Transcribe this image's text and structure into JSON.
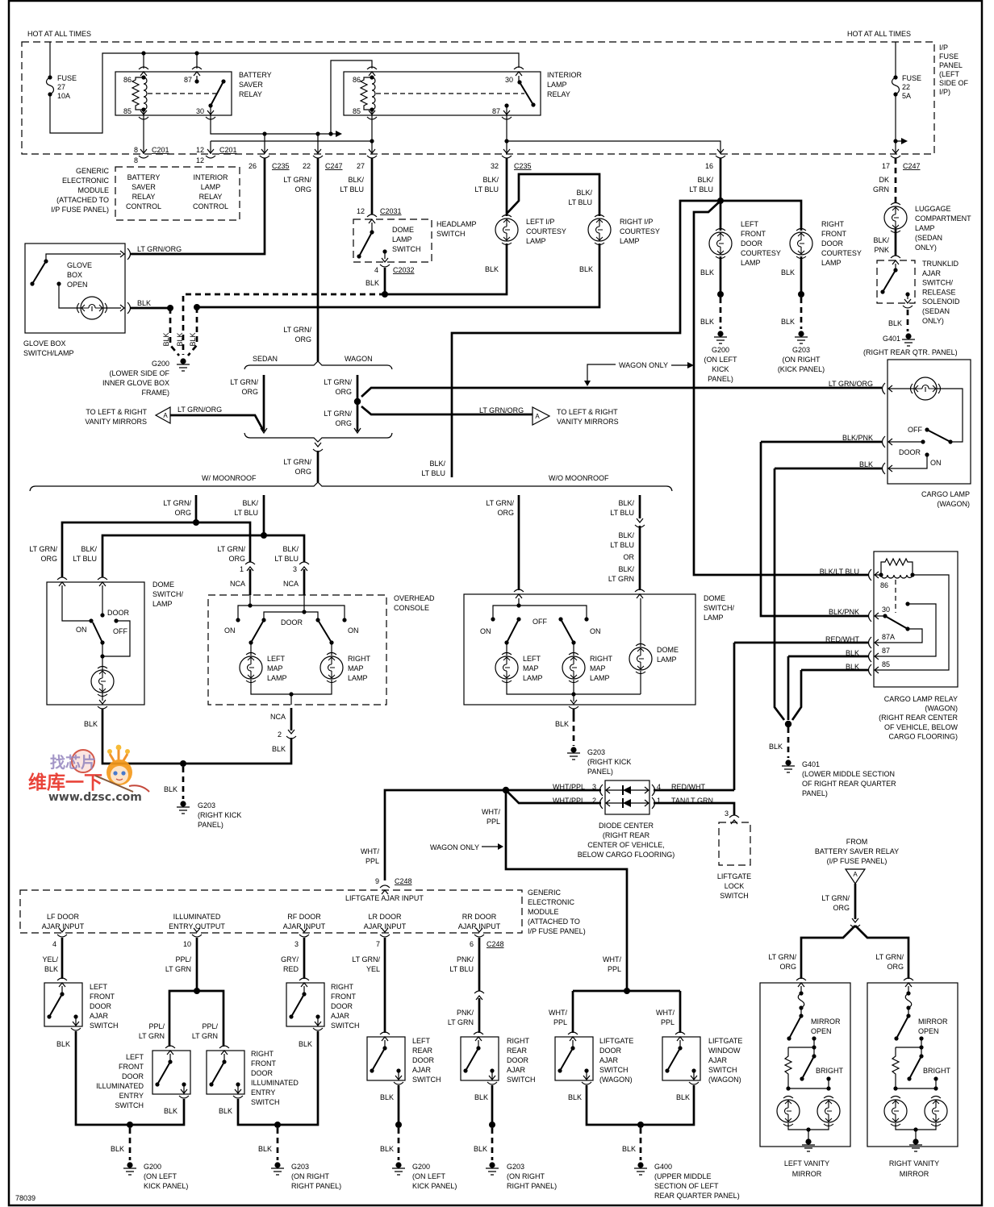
{
  "drawing_number": "78039",
  "watermark": {
    "brand_top": "找芯片",
    "brand_main": "维库一下",
    "url": "www.dzsc.com"
  },
  "power": {
    "hot_left": "HOT AT ALL TIMES",
    "hot_right": "HOT AT ALL TIMES",
    "fuse_panel": [
      "I/P",
      "FUSE",
      "PANEL",
      "(LEFT",
      "SIDE OF",
      "I/P)"
    ],
    "fuse27": [
      "FUSE",
      "27",
      "10A"
    ],
    "fuse22": [
      "FUSE",
      "22",
      "5A"
    ]
  },
  "battery_saver_relay": {
    "label": [
      "BATTERY",
      "SAVER",
      "RELAY"
    ],
    "pin86": "86",
    "pin87": "87",
    "pin85": "85",
    "pin30": "30"
  },
  "interior_lamp_relay": {
    "label": [
      "INTERIOR",
      "LAMP",
      "RELAY"
    ],
    "pin86": "86",
    "pin85": "85",
    "pin30": "30",
    "pin87": "87"
  },
  "gem_top": {
    "label": [
      "GENERIC",
      "ELECTRONIC",
      "MODULE",
      "(ATTACHED TO",
      "I/P FUSE PANEL)"
    ],
    "bsr_control": [
      "BATTERY",
      "SAVER",
      "RELAY",
      "CONTROL"
    ],
    "ilr_control": [
      "INTERIOR",
      "LAMP",
      "RELAY",
      "CONTROL"
    ]
  },
  "connectors": {
    "c201_bsr": {
      "pin": "8",
      "mate_pin": "8",
      "name": "C201"
    },
    "c201_ilr": {
      "pin": "12",
      "mate_pin": "12",
      "name": "C201"
    },
    "c235_glove": {
      "pin": "26",
      "name": "C235"
    },
    "c247_vanity": {
      "pin": "22",
      "name": "C247"
    },
    "dome_feed": {
      "pin": "27"
    },
    "c235_courtesy": {
      "pin": "32",
      "name": "C235"
    },
    "door_feed": {
      "pin": "16"
    },
    "c247_luggage": {
      "pin": "17",
      "name": "C247"
    },
    "c2031": {
      "pin": "12",
      "name": "C2031"
    },
    "c2032": {
      "pin": "4",
      "name": "C2032"
    },
    "console_pin1": "1",
    "console_pin3": "3",
    "console_pin2": "2",
    "nca_1": "NCA",
    "nca_3": "NCA",
    "nca_2": "NCA",
    "c248_liftgate": {
      "pin": "9",
      "name": "C248"
    },
    "gem_lf": "4",
    "gem_illum": "10",
    "gem_rf": "3",
    "gem_lr": "7",
    "c248_rr": {
      "pin": "6",
      "name": "C248"
    },
    "diode_pin3": "3",
    "diode_pin2": "2",
    "diode_pin4": "4",
    "diode_pin1": "1",
    "liftgate_lock_pin": "3"
  },
  "options": {
    "sedan": "SEDAN",
    "wagon": "WAGON",
    "w_moonroof": "W/ MOONROOF",
    "wo_moonroof": "W/O MOONROOF",
    "wagon_only_top": "WAGON ONLY",
    "wagon_only_bottom": "WAGON ONLY"
  },
  "components": {
    "glove_box": {
      "inner": [
        "GLOVE",
        "BOX",
        "OPEN"
      ],
      "label": [
        "GLOVE BOX",
        "SWITCH/LAMP"
      ]
    },
    "dome_lamp_switch": {
      "inner": [
        "DOME",
        "LAMP",
        "SWITCH"
      ],
      "parent": [
        "HEADLAMP",
        "SWITCH"
      ]
    },
    "left_ip_courtesy": [
      "LEFT I/P",
      "COURTESY",
      "LAMP"
    ],
    "right_ip_courtesy": [
      "RIGHT I/P",
      "COURTESY",
      "LAMP"
    ],
    "left_front_door_courtesy": [
      "LEFT",
      "FRONT",
      "DOOR",
      "COURTESY",
      "LAMP"
    ],
    "right_front_door_courtesy": [
      "RIGHT",
      "FRONT",
      "DOOR",
      "COURTESY",
      "LAMP"
    ],
    "luggage_lamp": [
      "LUGGAGE",
      "COMPARTMENT",
      "LAMP",
      "(SEDAN",
      "ONLY)"
    ],
    "trunklid_switch": [
      "TRUNKLID",
      "AJAR",
      "SWITCH/",
      "RELEASE",
      "SOLENOID",
      "(SEDAN",
      "ONLY)"
    ],
    "cargo_lamp": {
      "label": [
        "CARGO LAMP",
        "(WAGON)"
      ],
      "off": "OFF",
      "door": "DOOR",
      "on": "ON"
    },
    "cargo_lamp_relay": {
      "label": [
        "CARGO LAMP RELAY",
        "(WAGON)",
        "(RIGHT REAR CENTER",
        "OF VEHICLE, BELOW",
        "CARGO FLOORING)"
      ],
      "pin86": "86",
      "pin30": "30",
      "pin87a": "87A",
      "pin87": "87",
      "pin85": "85"
    },
    "vanity_ref_left": {
      "marker": "A",
      "text": [
        "TO LEFT & RIGHT",
        "VANITY MIRRORS"
      ]
    },
    "vanity_ref_right": {
      "marker": "A",
      "text": [
        "TO LEFT & RIGHT",
        "VANITY MIRRORS"
      ]
    },
    "dome_switch_moonroof": {
      "label": [
        "DOME",
        "SWITCH/",
        "LAMP"
      ],
      "door": "DOOR",
      "on": "ON",
      "off": "OFF"
    },
    "overhead_console": {
      "label": [
        "OVERHEAD",
        "CONSOLE"
      ],
      "door": "DOOR",
      "on_left": "ON",
      "on_right": "ON",
      "left_map": [
        "LEFT",
        "MAP",
        "LAMP"
      ],
      "right_map": [
        "RIGHT",
        "MAP",
        "LAMP"
      ]
    },
    "dome_switch_std": {
      "label": [
        "DOME",
        "SWITCH/",
        "LAMP"
      ],
      "off": "OFF",
      "on_left": "ON",
      "on_right": "ON",
      "left_map": [
        "LEFT",
        "MAP",
        "LAMP"
      ],
      "right_map": [
        "RIGHT",
        "MAP",
        "LAMP"
      ],
      "dome_lamp": [
        "DOME",
        "LAMP"
      ]
    },
    "diode_center": [
      "DIODE CENTER",
      "(RIGHT REAR",
      "CENTER OF VEHICLE,",
      "BELOW CARGO FLOORING)"
    ],
    "liftgate_lock_switch": [
      "LIFTGATE",
      "LOCK",
      "SWITCH"
    ],
    "gem_bottom": {
      "label": [
        "GENERIC",
        "ELECTRONIC",
        "MODULE",
        "(ATTACHED TO",
        "I/P FUSE PANEL)"
      ],
      "liftgate_input": "LIFTGATE AJAR INPUT",
      "lf_input": [
        "LF DOOR",
        "AJAR INPUT"
      ],
      "illum_output": [
        "ILLUMINATED",
        "ENTRY OUTPUT"
      ],
      "rf_input": [
        "RF DOOR",
        "AJAR INPUT"
      ],
      "lr_input": [
        "LR DOOR",
        "AJAR INPUT"
      ],
      "rr_input": [
        "RR DOOR",
        "AJAR INPUT"
      ]
    },
    "lf_door_ajar": [
      "LEFT",
      "FRONT",
      "DOOR",
      "AJAR",
      "SWITCH"
    ],
    "lf_illum_entry": [
      "LEFT",
      "FRONT",
      "DOOR",
      "ILLUMINATED",
      "ENTRY",
      "SWITCH"
    ],
    "rf_illum_entry": [
      "RIGHT",
      "FRONT",
      "DOOR",
      "ILLUMINATED",
      "ENTRY",
      "SWITCH"
    ],
    "rf_door_ajar": [
      "RIGHT",
      "FRONT",
      "DOOR",
      "AJAR",
      "SWITCH"
    ],
    "lr_door_ajar": [
      "LEFT",
      "REAR",
      "DOOR",
      "AJAR",
      "SWITCH"
    ],
    "rr_door_ajar": [
      "RIGHT",
      "REAR",
      "DOOR",
      "AJAR",
      "SWITCH"
    ],
    "liftgate_door_ajar": [
      "LIFTGATE",
      "DOOR",
      "AJAR",
      "SWITCH",
      "(WAGON)"
    ],
    "liftgate_window_ajar": [
      "LIFTGATE",
      "WINDOW",
      "AJAR",
      "SWITCH",
      "(WAGON)"
    ],
    "vanity": {
      "source": [
        "FROM",
        "BATTERY SAVER RELAY",
        "(I/P FUSE PANEL)"
      ],
      "marker": "A",
      "mirror_open": [
        "MIRROR",
        "OPEN"
      ],
      "bright": "BRIGHT",
      "left_label": [
        "LEFT VANITY",
        "MIRROR"
      ],
      "right_label": [
        "RIGHT VANITY",
        "MIRROR"
      ]
    }
  },
  "grounds": {
    "g200_glove": [
      "G200",
      "(LOWER SIDE OF",
      "INNER GLOVE BOX",
      "FRAME)"
    ],
    "g200_door": [
      "G200",
      "(ON LEFT",
      "KICK",
      "PANEL)"
    ],
    "g203_door": [
      "G203",
      "(ON RIGHT",
      "(KICK PANEL)"
    ],
    "g401_trunk": {
      "id": "G401",
      "location": "(RIGHT REAR QTR. PANEL)"
    },
    "g203_moonroof": [
      "G203",
      "(RIGHT KICK",
      "PANEL)"
    ],
    "g203_std": [
      "G203",
      "(RIGHT KICK",
      "PANEL)"
    ],
    "g401_cargo": [
      "G401",
      "(LOWER MIDDLE SECTION",
      "OF RIGHT REAR QUARTER",
      "PANEL)"
    ],
    "g200_front": [
      "G200",
      "(ON LEFT",
      "KICK PANEL)"
    ],
    "g203_front": [
      "G203",
      "(ON RIGHT",
      "RIGHT PANEL)"
    ],
    "g200_rear": [
      "G200",
      "(ON LEFT",
      "KICK PANEL)"
    ],
    "g203_rear": [
      "G203",
      "(ON RIGHT",
      "RIGHT PANEL)"
    ],
    "g400": [
      "G400",
      "(UPPER MIDDLE",
      "SECTION OF LEFT",
      "REAR QUARTER PANEL)"
    ]
  },
  "wires": {
    "vanity_feed_upper": [
      "LT GRN/",
      "ORG"
    ],
    "dome_feed": [
      "BLK/",
      "LT BLU"
    ],
    "courtesy_feed": [
      "BLK/",
      "LT BLU"
    ],
    "right_ip_feed": [
      "BLK/",
      "LT BLU"
    ],
    "door_feed": [
      "BLK/",
      "LT BLU"
    ],
    "luggage_feed": [
      "DK",
      "GRN"
    ],
    "glove_feed": "LT GRN/ORG",
    "glove_ground": "BLK",
    "glove_splice": [
      "BLK",
      "BLK",
      "BLK"
    ],
    "dome_switch_ground": "BLK",
    "left_ip_ground": "BLK",
    "right_ip_ground": "BLK",
    "lf_door_ground": "BLK",
    "rf_door_ground": "BLK",
    "lf_door_ground2": "BLK",
    "rf_door_ground2": "BLK",
    "luggage_out": [
      "BLK/",
      "PNK"
    ],
    "trunk_ground": "BLK",
    "vanity_feed_mid": [
      "LT GRN/",
      "ORG"
    ],
    "sedan_feed": [
      "LT GRN/",
      "ORG"
    ],
    "wagon_feed_up": [
      "LT GRN/",
      "ORG"
    ],
    "wagon_feed_down": [
      "LT GRN/",
      "ORG"
    ],
    "vanity_left_ref": "LT GRN/ORG",
    "vanity_right_ref": "LT GRN/ORG",
    "moonroof_feed": [
      "LT GRN/",
      "ORG"
    ],
    "moonroof_ground_bus": [
      "BLK/",
      "LT BLU"
    ],
    "cargo_feed": "LT GRN/ORG",
    "cargo_door": "BLK/PNK",
    "cargo_ground": "BLK",
    "mr_lgo": [
      "LT GRN/",
      "ORG"
    ],
    "mr_blb": [
      "BLK/",
      "LT BLU"
    ],
    "dome_lgo": [
      "LT GRN/",
      "ORG"
    ],
    "dome_blb": [
      "BLK/",
      "LT BLU"
    ],
    "console_lgo": [
      "LT GRN/",
      "ORG"
    ],
    "console_blb": [
      "BLK/",
      "LT BLU"
    ],
    "dome_ground": "BLK",
    "console_ground": "BLK",
    "mr_ground_drop": "BLK",
    "std_lgo": [
      "LT GRN/",
      "ORG"
    ],
    "std_blb": [
      "BLK/",
      "LT BLU"
    ],
    "std_blb_alt": {
      "primary": [
        "BLK/",
        "LT BLU"
      ],
      "or": "OR",
      "alternate": [
        "BLK/",
        "LT GRN"
      ]
    },
    "std_ground": "BLK",
    "relay_86": "BLK/LT BLU",
    "relay_30": "BLK/PNK",
    "relay_87a": "RED/WHT",
    "relay_87": "BLK",
    "relay_85": "BLK",
    "g401_drop": "BLK",
    "diode_in3": "WHT/PPL",
    "diode_in2": "WHT/PPL",
    "diode_out4": "RED/WHT",
    "diode_out1": "TAN/LT GRN",
    "liftgate_feed_a": [
      "WHT/",
      "PPL"
    ],
    "liftgate_input_feed": [
      "WHT/",
      "PPL"
    ],
    "lf_input": [
      "YEL/",
      "BLK"
    ],
    "illum_output": [
      "PPL/",
      "LT GRN"
    ],
    "rf_input": [
      "GRY/",
      "RED"
    ],
    "lr_input": [
      "LT GRN/",
      "YEL"
    ],
    "rr_input": [
      "PNK/",
      "LT BLU"
    ],
    "rr_input2": [
      "PNK/",
      "LT GRN"
    ],
    "liftgate_feed_b": [
      "WHT/",
      "PPL"
    ],
    "illum_left": [
      "PPL/",
      "LT GRN"
    ],
    "illum_right": [
      "PPL/",
      "LT GRN"
    ],
    "liftgate_door": [
      "WHT/",
      "PPL"
    ],
    "liftgate_window": [
      "WHT/",
      "PPL"
    ],
    "lf_ajar_ground": "BLK",
    "lf_illum_ground": "BLK",
    "rf_illum_ground": "BLK",
    "rf_ajar_ground": "BLK",
    "lr_ajar_ground": "BLK",
    "rr_ajar_ground": "BLK",
    "liftgate_door_ground": "BLK",
    "liftgate_window_ground": "BLK",
    "g200_front_drop": "BLK",
    "g203_front_drop": "BLK",
    "g200_rear_drop": "BLK",
    "g203_rear_drop": "BLK",
    "g400_drop": "BLK",
    "vanity_source_feed": [
      "LT GRN/",
      "ORG"
    ],
    "vanity_left_feed": [
      "LT GRN/",
      "ORG"
    ],
    "vanity_right_feed": [
      "LT GRN/",
      "ORG"
    ]
  }
}
